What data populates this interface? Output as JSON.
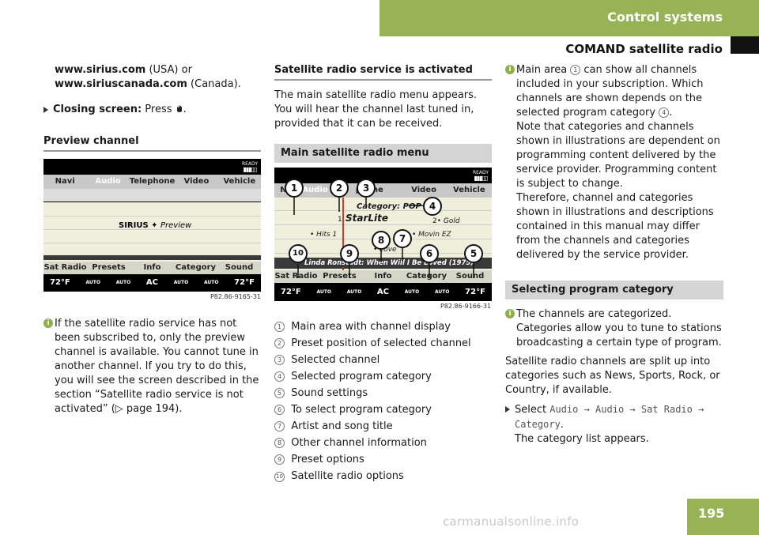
{
  "header": {
    "section": "Control systems",
    "subsection": "COMAND satellite radio"
  },
  "page_number": "195",
  "watermark": "carmanualsonline.info",
  "col1": {
    "url1": "www.sirius.com",
    "url1_note": " (USA) or",
    "url2": "www.siriuscanada.com",
    "url2_note": " (Canada).",
    "closing_label": "Closing screen:",
    "closing_text": " Press ",
    "closing_end": ".",
    "preview_heading": "Preview channel",
    "screen1_ref": "P82.86-9165-31",
    "info_text": "If the satellite radio service has not been subscribed to, only the preview channel is available. You cannot tune in another channel. If you try to do this, you will see the screen described in the section “Satellite radio service is not activated” (▷ page 194)."
  },
  "screen1": {
    "menu": [
      "Navi",
      "Audio",
      "Telephone",
      "Video",
      "Vehicle"
    ],
    "logo": "SIRIUS",
    "preview": "Preview",
    "bottom": [
      "Sat Radio",
      "Presets",
      "Info",
      "Category",
      "Sound"
    ],
    "ready": "READY"
  },
  "temps": {
    "left": "72°F",
    "ac": "AC",
    "right": "72°F",
    "auto": "AUTO"
  },
  "col2": {
    "heading": "Satellite radio service is activated",
    "intro": "The main satellite radio menu appears. You will hear the channel last tuned in, provided that it can be received.",
    "bar": "Main satellite radio menu",
    "screen2_ref": "P82.86-9166-31",
    "items": [
      {
        "n": "1",
        "t": "Main area with channel display"
      },
      {
        "n": "2",
        "t": "Preset position of selected channel"
      },
      {
        "n": "3",
        "t": "Selected channel"
      },
      {
        "n": "4",
        "t": "Selected program category"
      },
      {
        "n": "5",
        "t": "Sound settings"
      },
      {
        "n": "6",
        "t": "To select program category"
      },
      {
        "n": "7",
        "t": "Artist and song title"
      },
      {
        "n": "8",
        "t": "Other channel information"
      },
      {
        "n": "9",
        "t": "Preset options"
      },
      {
        "n": "10",
        "t": "Satellite radio options"
      }
    ]
  },
  "screen2": {
    "menu_n": "N",
    "menu_audio": "Audio",
    "menu_phone": "phone",
    "menu_video": "Video",
    "menu_vehicle": "Vehicle",
    "category": "Category: POP",
    "channel_num": "1",
    "channel": "StarLite",
    "preset2": "2",
    "gold": "Gold",
    "hits": "Hits 1",
    "movin": "Movin EZ",
    "love": "Love",
    "song": "Linda Ronstadt: When Will I Be Loved (1975)",
    "bottom": [
      "Sat Radio",
      "Presets",
      "Info",
      "Category",
      "Sound"
    ],
    "callouts": [
      "1",
      "2",
      "3",
      "4",
      "5",
      "6",
      "7",
      "8",
      "9",
      "10"
    ]
  },
  "col3": {
    "info1_a": "Main area ",
    "info1_b": " can show all channels included in your subscription. Which channels are shown depends on the selected program category ",
    "info1_c": ".",
    "info1_p2": "Note that categories and channels shown in illustrations are dependent on programming content delivered by the service provider. Programming content is subject to change.",
    "info1_p3": "Therefore, channel and categories shown in illustrations and descriptions contained in this manual may differ from the channels and categories delivered by the service provider.",
    "bar": "Selecting program category",
    "info2": "The channels are categorized. Categories allow you to tune to stations broadcasting a certain type of program.",
    "para": "Satellite radio channels are split up into categories such as News, Sports, Rock, or Country, if available.",
    "select": "Select ",
    "path": "Audio → Audio → Sat Radio → Category",
    "select_end": ".",
    "appears": "The category list appears.",
    "ref1": "1",
    "ref4": "4"
  }
}
